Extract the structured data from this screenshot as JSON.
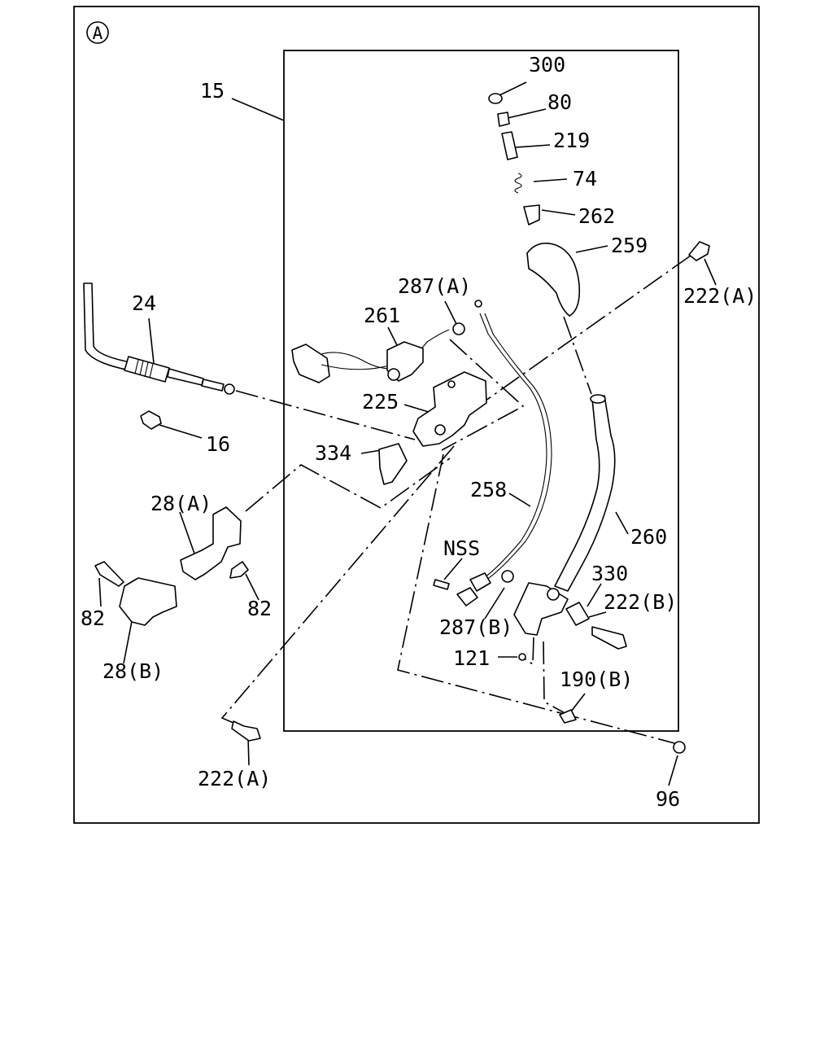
{
  "view_marker": "A",
  "labels": {
    "p300": "300",
    "p80": "80",
    "p219": "219",
    "p74": "74",
    "p262": "262",
    "p259": "259",
    "p222a_top": "222(A)",
    "p15": "15",
    "p24": "24",
    "p287a": "287(A)",
    "p261": "261",
    "p225": "225",
    "p16": "16",
    "p334": "334",
    "p258": "258",
    "p28a": "28(A)",
    "p260": "260",
    "pNSS": "NSS",
    "p330": "330",
    "p222b": "222(B)",
    "p82_left": "82",
    "p82_right": "82",
    "p287b": "287(B)",
    "p121": "121",
    "p28b": "28(B)",
    "p190b": "190(B)",
    "p222a_bottom": "222(A)",
    "p96": "96"
  }
}
